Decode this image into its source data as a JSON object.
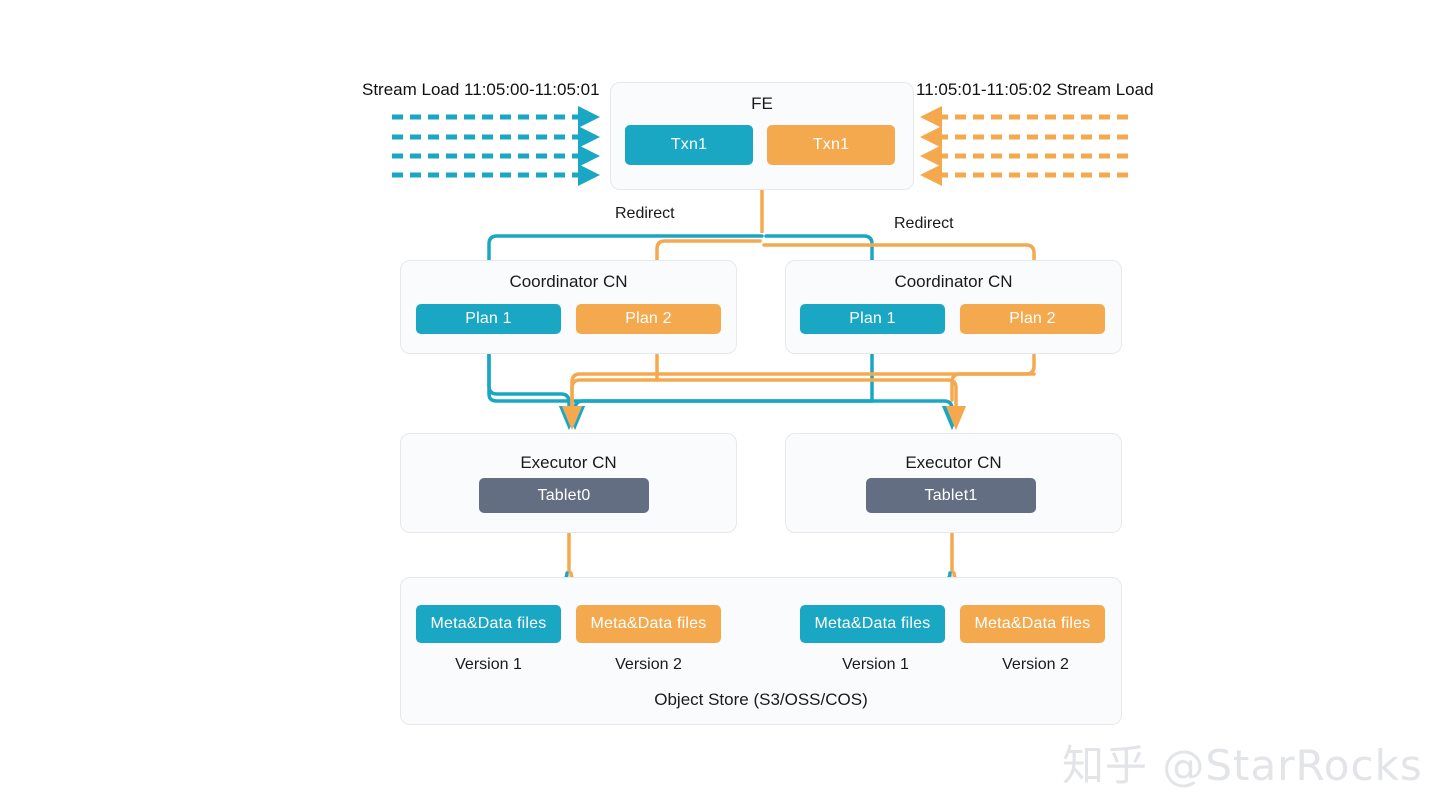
{
  "diagram": {
    "title": "StarRocks shared-data stream load transaction flow",
    "colors": {
      "teal": "#1aa7c4",
      "orange": "#f5a94e",
      "slate": "#636e82",
      "panel_bg": "#fafbfc",
      "panel_border": "#e6e8ea",
      "background": "#ffffff",
      "watermark": "#e2e4e8"
    }
  },
  "streams": {
    "left": {
      "label": "Stream Load 11:05:00-11:05:01",
      "color": "#1aa7c4",
      "direction": "right",
      "line_count": 4
    },
    "right": {
      "label": "11:05:01-11:05:02 Stream Load",
      "color": "#f5a94e",
      "direction": "left",
      "line_count": 4
    }
  },
  "fe": {
    "title": "FE",
    "txns": [
      {
        "label": "Txn1",
        "color": "teal"
      },
      {
        "label": "Txn1",
        "color": "orange"
      }
    ]
  },
  "redirect_labels": [
    {
      "label": "Redirect"
    },
    {
      "label": "Redirect"
    }
  ],
  "coordinators": [
    {
      "title": "Coordinator CN",
      "plans": [
        {
          "label": "Plan 1",
          "color": "teal"
        },
        {
          "label": "Plan 2",
          "color": "orange"
        }
      ]
    },
    {
      "title": "Coordinator CN",
      "plans": [
        {
          "label": "Plan 1",
          "color": "teal"
        },
        {
          "label": "Plan 2",
          "color": "orange"
        }
      ]
    }
  ],
  "executors": [
    {
      "title": "Executor CN",
      "tablet": {
        "label": "Tablet0",
        "color": "slate"
      }
    },
    {
      "title": "Executor CN",
      "tablet": {
        "label": "Tablet1",
        "color": "slate"
      }
    }
  ],
  "object_store": {
    "caption": "Object Store (S3/OSS/COS)",
    "files": [
      {
        "label": "Meta&Data files",
        "color": "teal",
        "version": "Version 1"
      },
      {
        "label": "Meta&Data files",
        "color": "orange",
        "version": "Version 2"
      },
      {
        "label": "Meta&Data files",
        "color": "teal",
        "version": "Version 1"
      },
      {
        "label": "Meta&Data files",
        "color": "orange",
        "version": "Version 2"
      }
    ]
  },
  "watermark": {
    "text": "知乎 @StarRocks"
  }
}
